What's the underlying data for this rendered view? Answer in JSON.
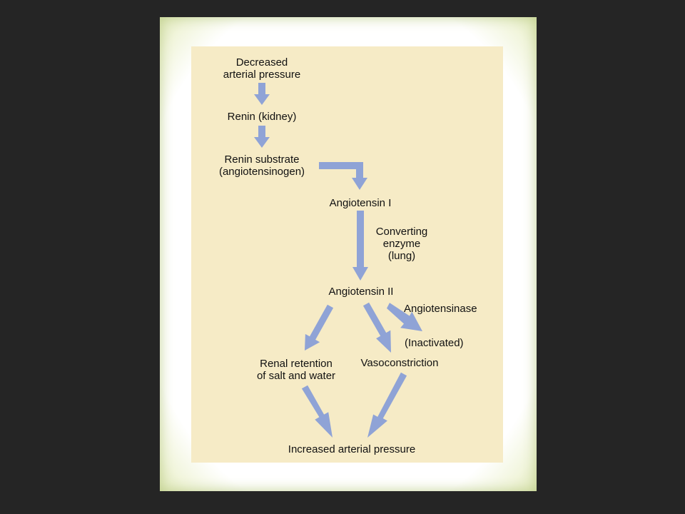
{
  "diagram": {
    "arrow_color": "#8fa3d6",
    "panel_color": "#f6ebc6",
    "background_color": "#252525",
    "nodes": {
      "decreased_pressure": [
        "Decreased",
        "arterial pressure"
      ],
      "renin": "Renin (kidney)",
      "renin_substrate": [
        "Renin substrate",
        "(angiotensinogen)"
      ],
      "angiotensin_1": "Angiotensin I",
      "converting_enzyme": [
        "Converting",
        "enzyme",
        "(lung)"
      ],
      "angiotensin_2": "Angiotensin II",
      "angiotensinase": "Angiotensinase",
      "inactivated": "(Inactivated)",
      "renal_retention": [
        "Renal retention",
        "of salt and water"
      ],
      "vasoconstriction": "Vasoconstriction",
      "increased_pressure": "Increased arterial pressure"
    }
  }
}
